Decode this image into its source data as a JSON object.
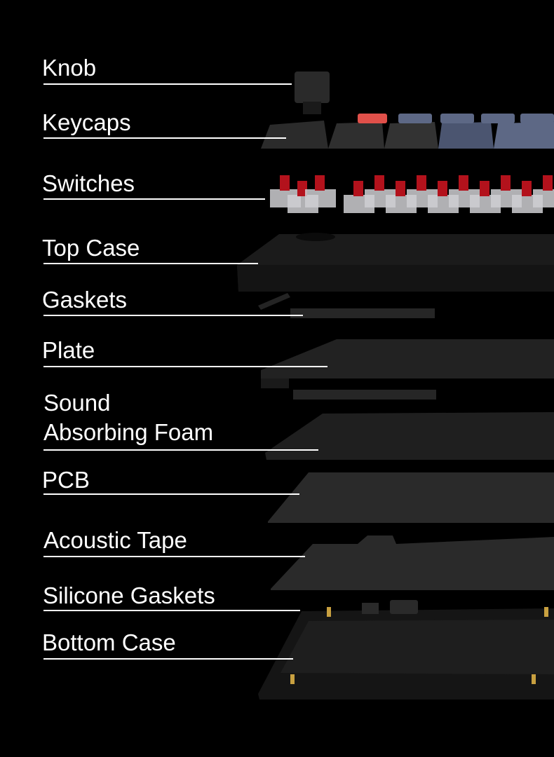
{
  "labels": {
    "knob": "Knob",
    "keycaps": "Keycaps",
    "switches": "Switches",
    "top_case": "Top Case",
    "gaskets": "Gaskets",
    "plate": "Plate",
    "foam_line1": "Sound",
    "foam_line2": "Absorbing Foam",
    "pcb": "PCB",
    "acoustic_tape": "Acoustic Tape",
    "silicone_gaskets": "Silicone Gaskets",
    "bottom_case": "Bottom Case"
  },
  "colors": {
    "background": "#000000",
    "label": "#ffffff",
    "switch_stem": "#b3121c",
    "accent_keycap": "#e0504a",
    "blue_keycap": "#5d6885"
  }
}
